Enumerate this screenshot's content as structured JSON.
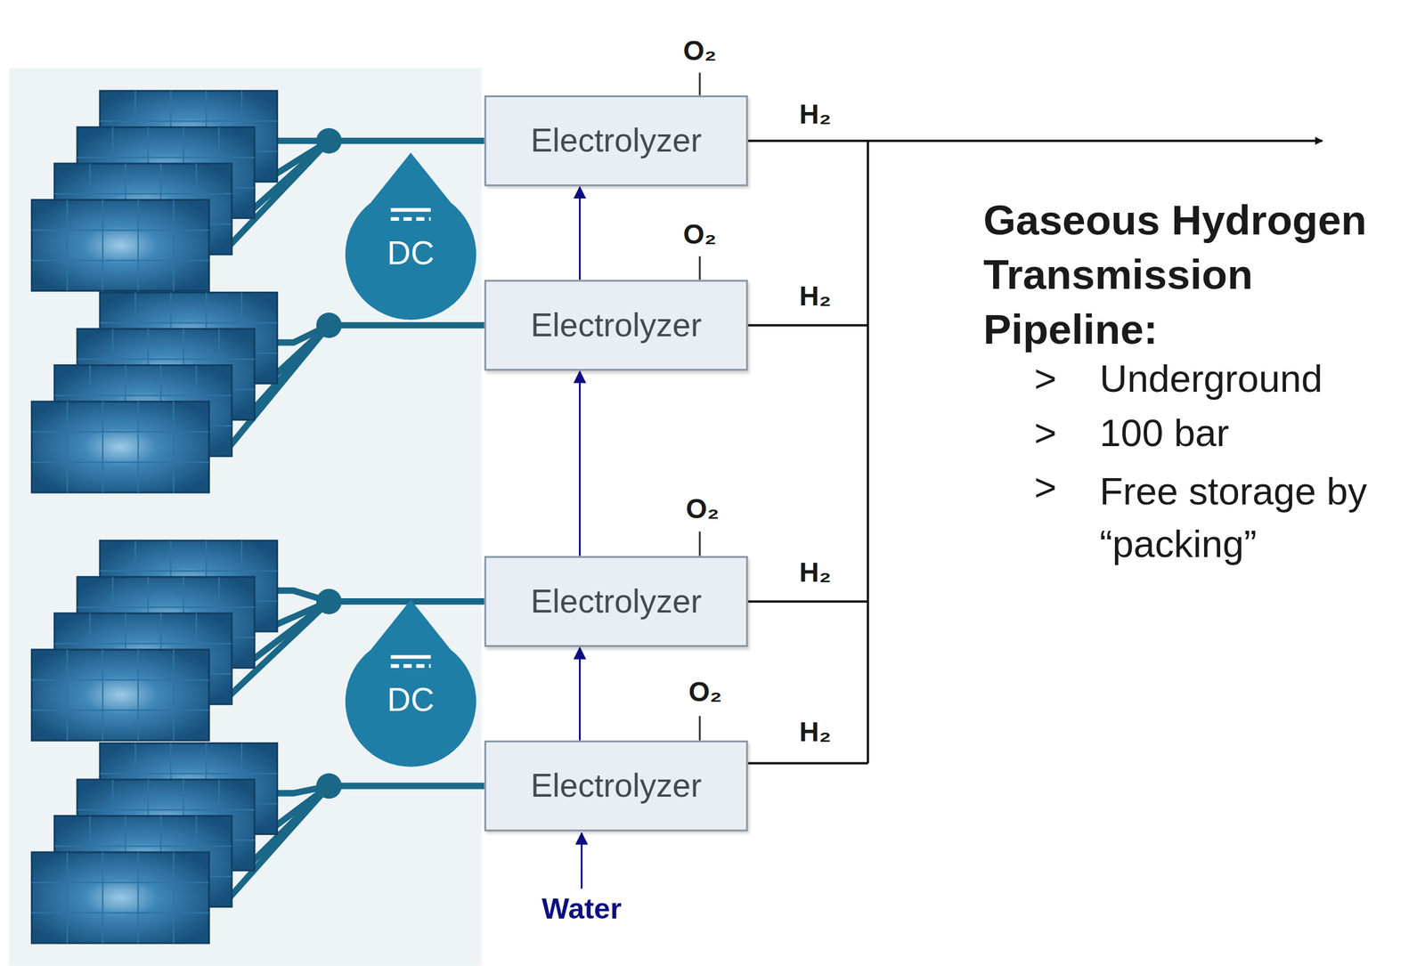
{
  "diagram": {
    "nodes": [
      {
        "text": [
          "Electrolyzer"
        ]
      },
      {
        "text": [
          "Electrolyzer"
        ]
      },
      {
        "text": [
          "Electrolyzer"
        ]
      },
      {
        "text": [
          "Electrolyzer"
        ]
      }
    ],
    "edges": [
      {
        "from": 3,
        "to": 2,
        "arrow": "to"
      },
      {
        "from": 2,
        "to": 1,
        "arrow": "to"
      },
      {
        "from": 1,
        "to": 0,
        "arrow": "to"
      }
    ],
    "labels": [
      "O₂",
      "H₂",
      "O₂",
      "H₂",
      "DC",
      "O₂",
      "H₂",
      "O₂",
      "H₂",
      "DC",
      "Water",
      "Gaseous Hydrogen Transmission Pipeline:",
      ">",
      "Underground",
      ">",
      "100 bar",
      ">",
      "Free storage by “packing”"
    ]
  }
}
